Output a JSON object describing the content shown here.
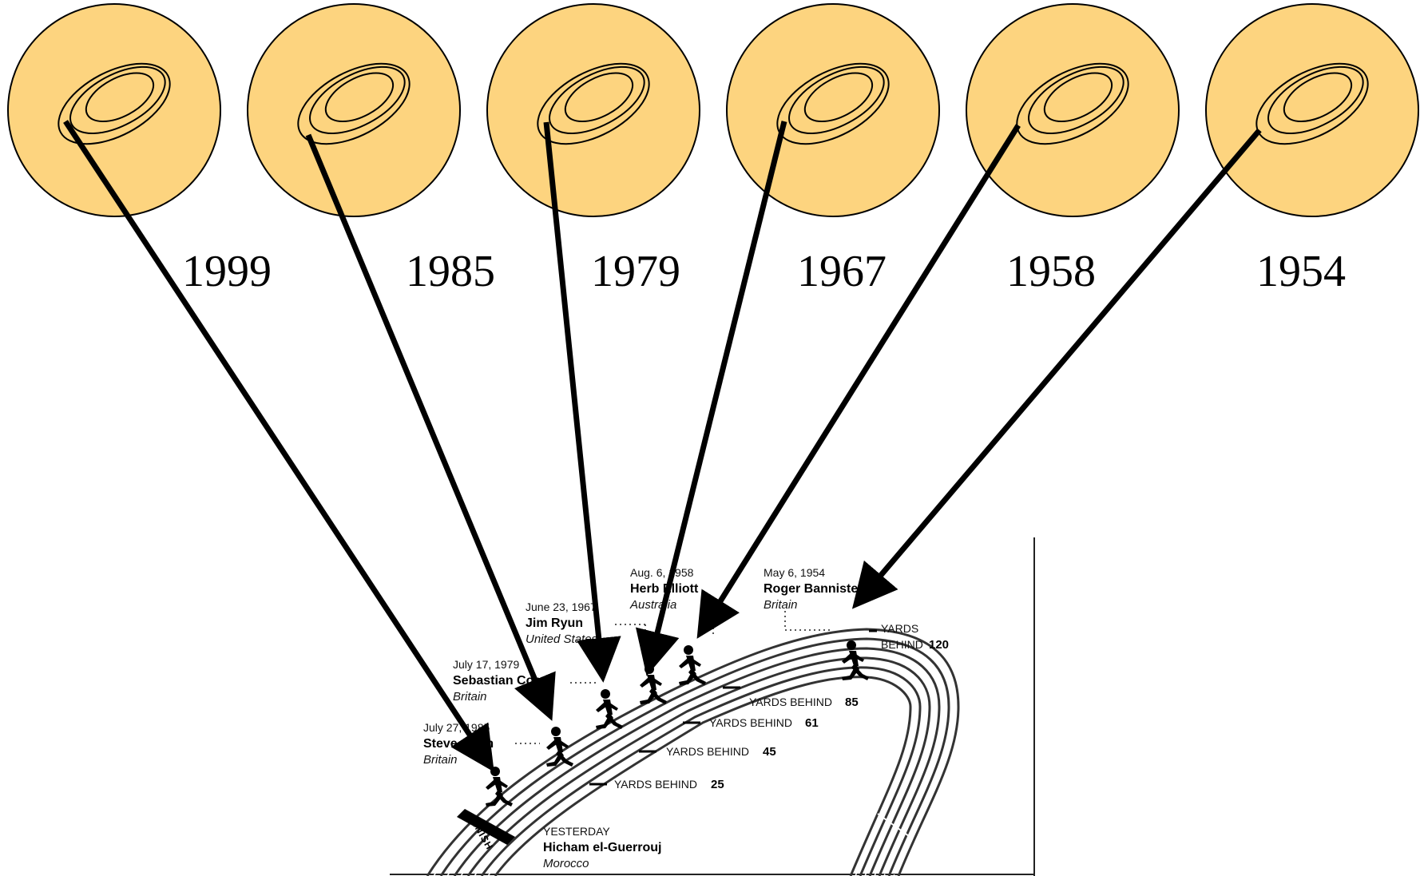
{
  "colors": {
    "circle_fill": "#fdd47f",
    "stroke": "#000000"
  },
  "years": [
    "1999",
    "1985",
    "1979",
    "1967",
    "1958",
    "1954"
  ],
  "runners": [
    {
      "id": "bannister",
      "date": "May 6, 1954",
      "name": "Roger Bannister",
      "country": "Britain",
      "yards_label": "YARDS",
      "yards_label2": "BEHIND",
      "yards_value": "120"
    },
    {
      "id": "elliott",
      "date": "Aug. 6, 1958",
      "name": "Herb Elliott",
      "country": "Australia",
      "yards_label": "YARDS BEHIND",
      "yards_value": "85"
    },
    {
      "id": "ryun",
      "date": "June 23, 1967",
      "name": "Jim Ryun",
      "country": "United States",
      "yards_label": "YARDS BEHIND",
      "yards_value": "61"
    },
    {
      "id": "coe",
      "date": "July 17, 1979",
      "name": "Sebastian Coe",
      "country": "Britain",
      "yards_label": "YARDS BEHIND",
      "yards_value": "45"
    },
    {
      "id": "cram",
      "date": "July 27, 1985",
      "name": "Steve Cram",
      "country": "Britain",
      "yards_label": "YARDS BEHIND",
      "yards_value": "25"
    },
    {
      "id": "guerrouj",
      "date": "YESTERDAY",
      "name": "Hicham el-Guerrouj",
      "country": "Morocco"
    }
  ],
  "finish_label": "FINISH"
}
